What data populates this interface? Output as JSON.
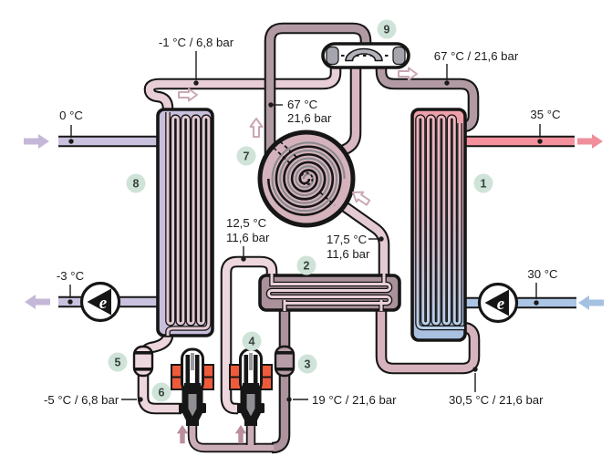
{
  "labels": {
    "suction_line": "-1 °C / 6,8 bar",
    "source_in": "0 °C",
    "source_out": "-3 °C",
    "discharge_temp": "67 °C",
    "discharge_pressure": "21,6 bar",
    "condenser_in": "67 °C / 21,6 bar",
    "heating_supply": "35 °C",
    "heating_return": "30 °C",
    "economizer_in_temp": "12,5 °C",
    "economizer_in_pressure": "11,6 bar",
    "economizer_out_temp": "17,5 °C",
    "economizer_out_pressure": "11,6 bar",
    "evaporator_in": "-5 °C / 6,8 bar",
    "liquid_line": "19 °C / 21,6 bar",
    "condenser_out": "30,5 °C / 21,6 bar",
    "pump": "e"
  },
  "badges": {
    "condenser": "1",
    "economizer": "2",
    "filter_right": "3",
    "valve_right": "4",
    "filter_left": "5",
    "valve_left": "6",
    "compressor": "7",
    "evaporator": "8",
    "separator": "9"
  },
  "colors": {
    "background": "#ffffff",
    "outline": "#161616",
    "label-text": "#1b1b1b",
    "water-cold": "#c9c1dd",
    "water-cold-arrow": "#c4b7d8",
    "water-warm": "#f4919d",
    "water-warm-arrow": "#f08e9b",
    "water-return": "#abc5e4",
    "water-return-arrow": "#a5c1e1",
    "pipe-suction": "#e8ced7",
    "pipe-discharge": "#b29aa4",
    "pipe-dip": "#d9b8c2",
    "pipe-liquid": "#d7b3bd",
    "pipe-liquid-dark": "#ab929d",
    "pipe-manifold": "#cbadb7",
    "pipe-valve-out": "#eed6dd",
    "pipe-injection": "#e4cad2",
    "hx-evap-body": "#c7bfdc",
    "hx-evap-tube": "#e2c8d2",
    "hx-cond-top": "#ef9fa9",
    "hx-cond-mid": "#c9a9ba",
    "hx-cond-bottom": "#a8c2e2",
    "hx-cond-tube-top": "#eeb5bd",
    "hx-cond-tube-mid": "#d8b8c5",
    "hx-cond-tube-bottom": "#b7cee9",
    "hx-econ-body": "#aa919c",
    "hx-econ-tube": "#ead0d8",
    "compressor-body": "#d5b3bd",
    "valve-coil": "#ee5a3a",
    "metal-gray": "#8f8f93",
    "badge-bg": "#cfe3d9",
    "badge-text": "#36423c"
  }
}
